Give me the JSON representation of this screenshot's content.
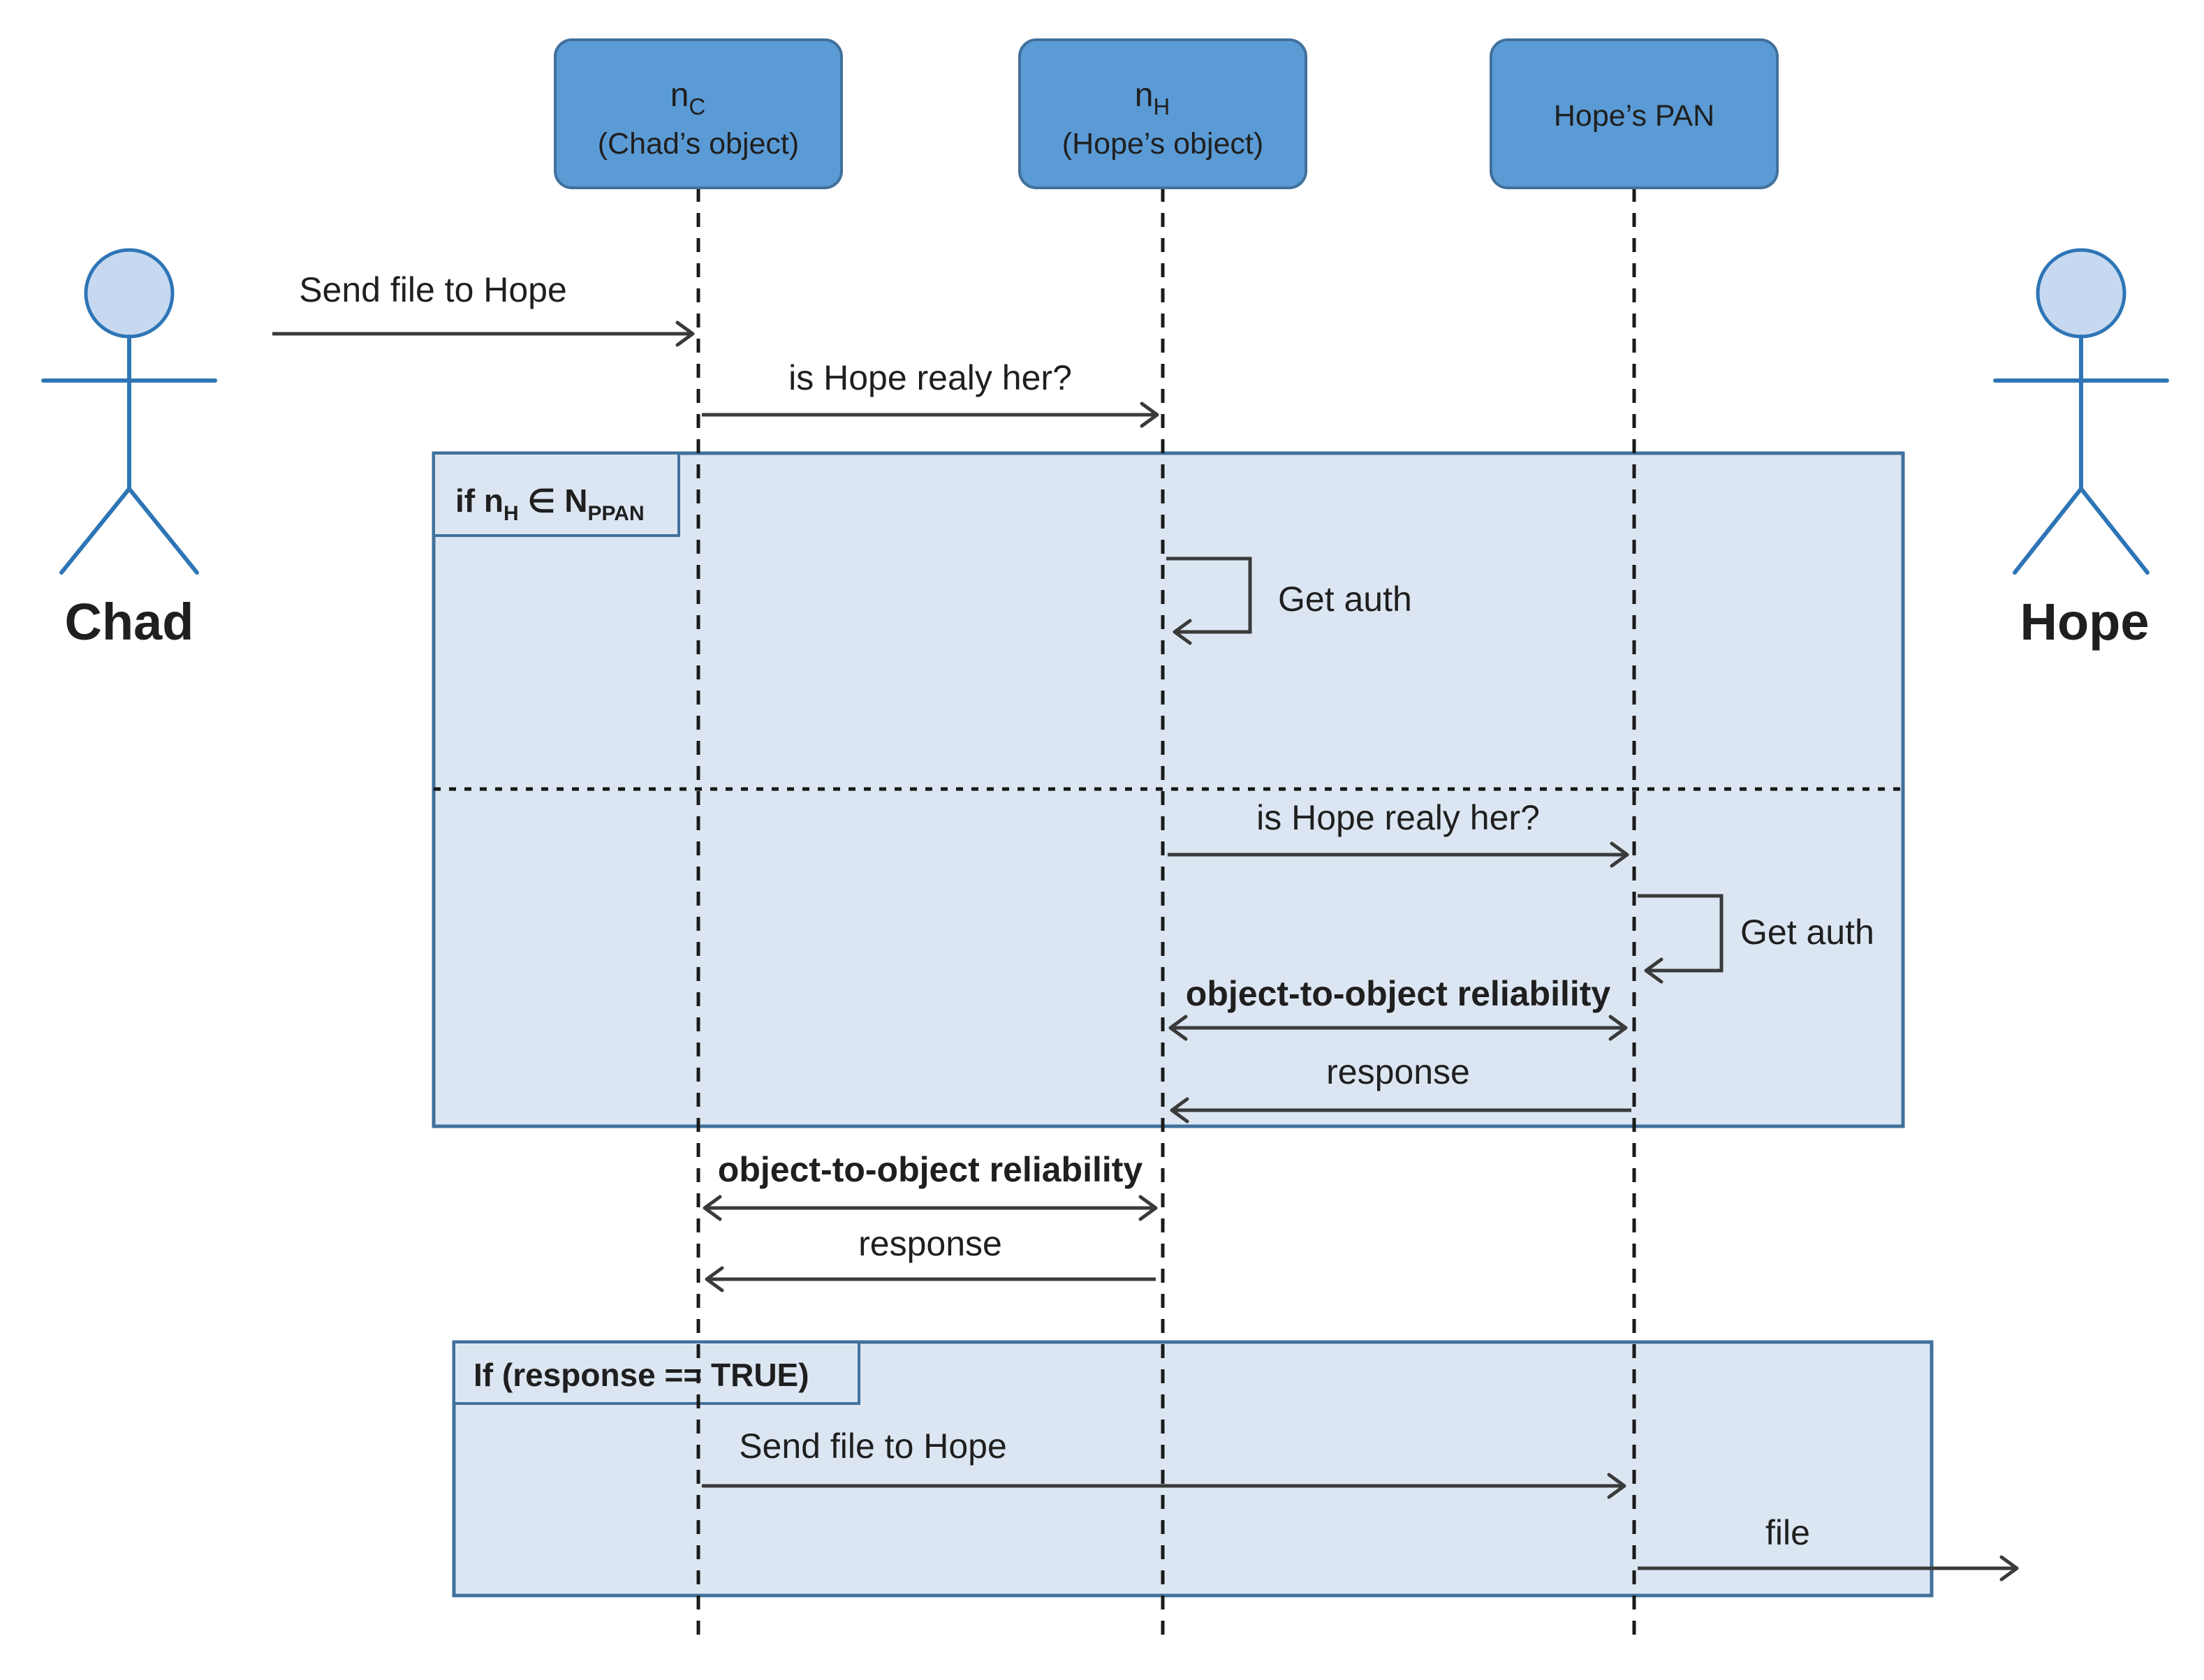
{
  "colors": {
    "background": "#ffffff",
    "header_fill": "#5b9bd5",
    "header_border": "#41719c",
    "frame_fill": "#dce6f2",
    "frame_border": "#41719c",
    "actor_head_fill": "#c6d9f1",
    "actor_stroke": "#2e75b6",
    "lifeline": "#1a1a1a",
    "arrow": "#3a3a3a",
    "text": "#1f1f1f"
  },
  "actors": {
    "left_name": "Chad",
    "right_name": "Hope"
  },
  "lifelines": {
    "nc": {
      "title": "n",
      "title_sub": "C",
      "subtitle": "(Chad’s object)"
    },
    "nh": {
      "title": "n",
      "title_sub": "H",
      "subtitle": "(Hope’s object)"
    },
    "pan": {
      "title": "Hope’s PAN"
    }
  },
  "frames": {
    "membership": {
      "label_p1": "if n",
      "label_s1": "H",
      "label_p2": " ∈ N",
      "label_s2": "PPAN"
    },
    "response_true": {
      "label": "If (response == TRUE)"
    }
  },
  "messages": {
    "send_file_1": "Send file to Hope",
    "is_hope_really_her_1": "is Hope realy her?",
    "get_auth_1": "Get auth",
    "is_hope_really_her_2": "is Hope realy her?",
    "get_auth_2": "Get auth",
    "object_reliability_1": "object-to-object reliability",
    "response_1": "response",
    "object_reliability_2": "object-to-object reliability",
    "response_2": "response",
    "send_file_2": "Send file to Hope",
    "file_1": "file"
  }
}
